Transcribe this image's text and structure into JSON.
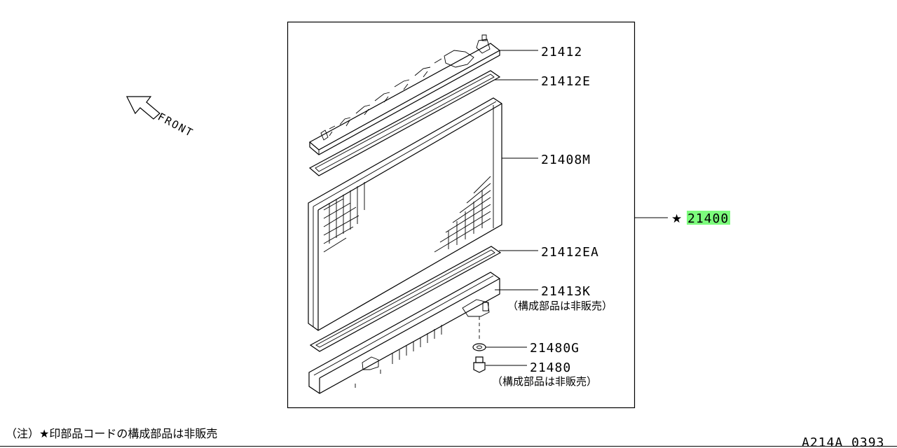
{
  "diagram": {
    "front_label": "FRONT",
    "assembly": {
      "part_number": "21400",
      "marker": "★",
      "highlight_color": "#7CFC7C"
    },
    "parts": [
      {
        "number": "21412"
      },
      {
        "number": "21412E"
      },
      {
        "number": "21408M"
      },
      {
        "number": "21412EA"
      },
      {
        "number": "21413K",
        "note": "（構成部品は非販売）"
      },
      {
        "number": "21480G"
      },
      {
        "number": "21480",
        "note": "（構成部品は非販売）"
      }
    ],
    "footnote": "（注）★印部品コードの構成部品は非販売",
    "diagram_id": "A214A 0393"
  }
}
